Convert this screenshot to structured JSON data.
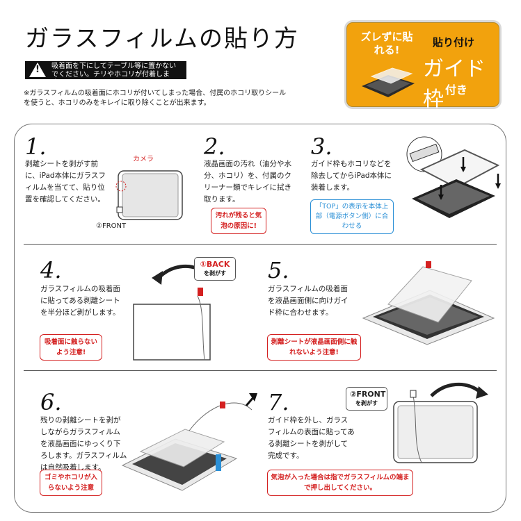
{
  "header": {
    "title": "ガラスフィルムの貼り方",
    "warning": "吸着面を下にしてテーブル等に置かないでください。チリやホコリが付着します。",
    "note": "※ガラスフィルムの吸着面にホコリが付いてしまった場合、付属のホコリ取りシールを使うと、ホコリのみをキレイに取り除くことが出来ます。"
  },
  "badge": {
    "left_text": "ズレずに貼れる!",
    "top_text": "貼り付け",
    "main_text": "ガイド枠",
    "bottom_text": "付き"
  },
  "colors": {
    "accent_orange": "#f2a20d",
    "warning_red": "#d42020",
    "info_blue": "#2a8fd6"
  },
  "steps": [
    {
      "num": "1.",
      "text": "剥離シートを剥がす前に、iPad本体にガラスフィルムを当てて、貼り位置を確認してください。",
      "camera_label": "カメラ",
      "front_label": "②FRONT"
    },
    {
      "num": "2.",
      "text": "液晶画面の汚れ（油分や水分、ホコリ）を、付属のクリーナー類でキレイに拭き取ります。",
      "warning": "汚れが残ると気泡の原因に!"
    },
    {
      "num": "3.",
      "text": "ガイド枠もホコリなどを除去してからiPad本体に装着します。",
      "info": "「TOP」の表示を本体上部（電源ボタン側）に合わせる"
    },
    {
      "num": "4.",
      "text": "ガラスフィルムの吸着面に貼ってある剥離シートを半分ほど剥がします。",
      "callout_main": "①BACK",
      "callout_sub": "を剥がす",
      "warning": "吸着面に触らないよう注意!"
    },
    {
      "num": "5.",
      "text": "ガラスフィルムの吸着面を液晶画面側に向けガイド枠に合わせます。",
      "warning": "剥離シートが液晶画面側に触れないよう注意!"
    },
    {
      "num": "6.",
      "text": "残りの剥離シートを剥がしながらガラスフィルムを液晶画面にゆっくり下ろします。ガラスフィルムは自然吸着します。",
      "warning": "ゴミやホコリが入らないよう注意"
    },
    {
      "num": "7.",
      "text": "ガイド枠を外し、ガラスフィルムの表面に貼ってある剥離シートを剥がして完成です。",
      "callout_main": "②FRONT",
      "callout_sub": "を剥がす",
      "warning": "気泡が入った場合は指でガラスフィルムの端まで押し出してください。"
    }
  ]
}
